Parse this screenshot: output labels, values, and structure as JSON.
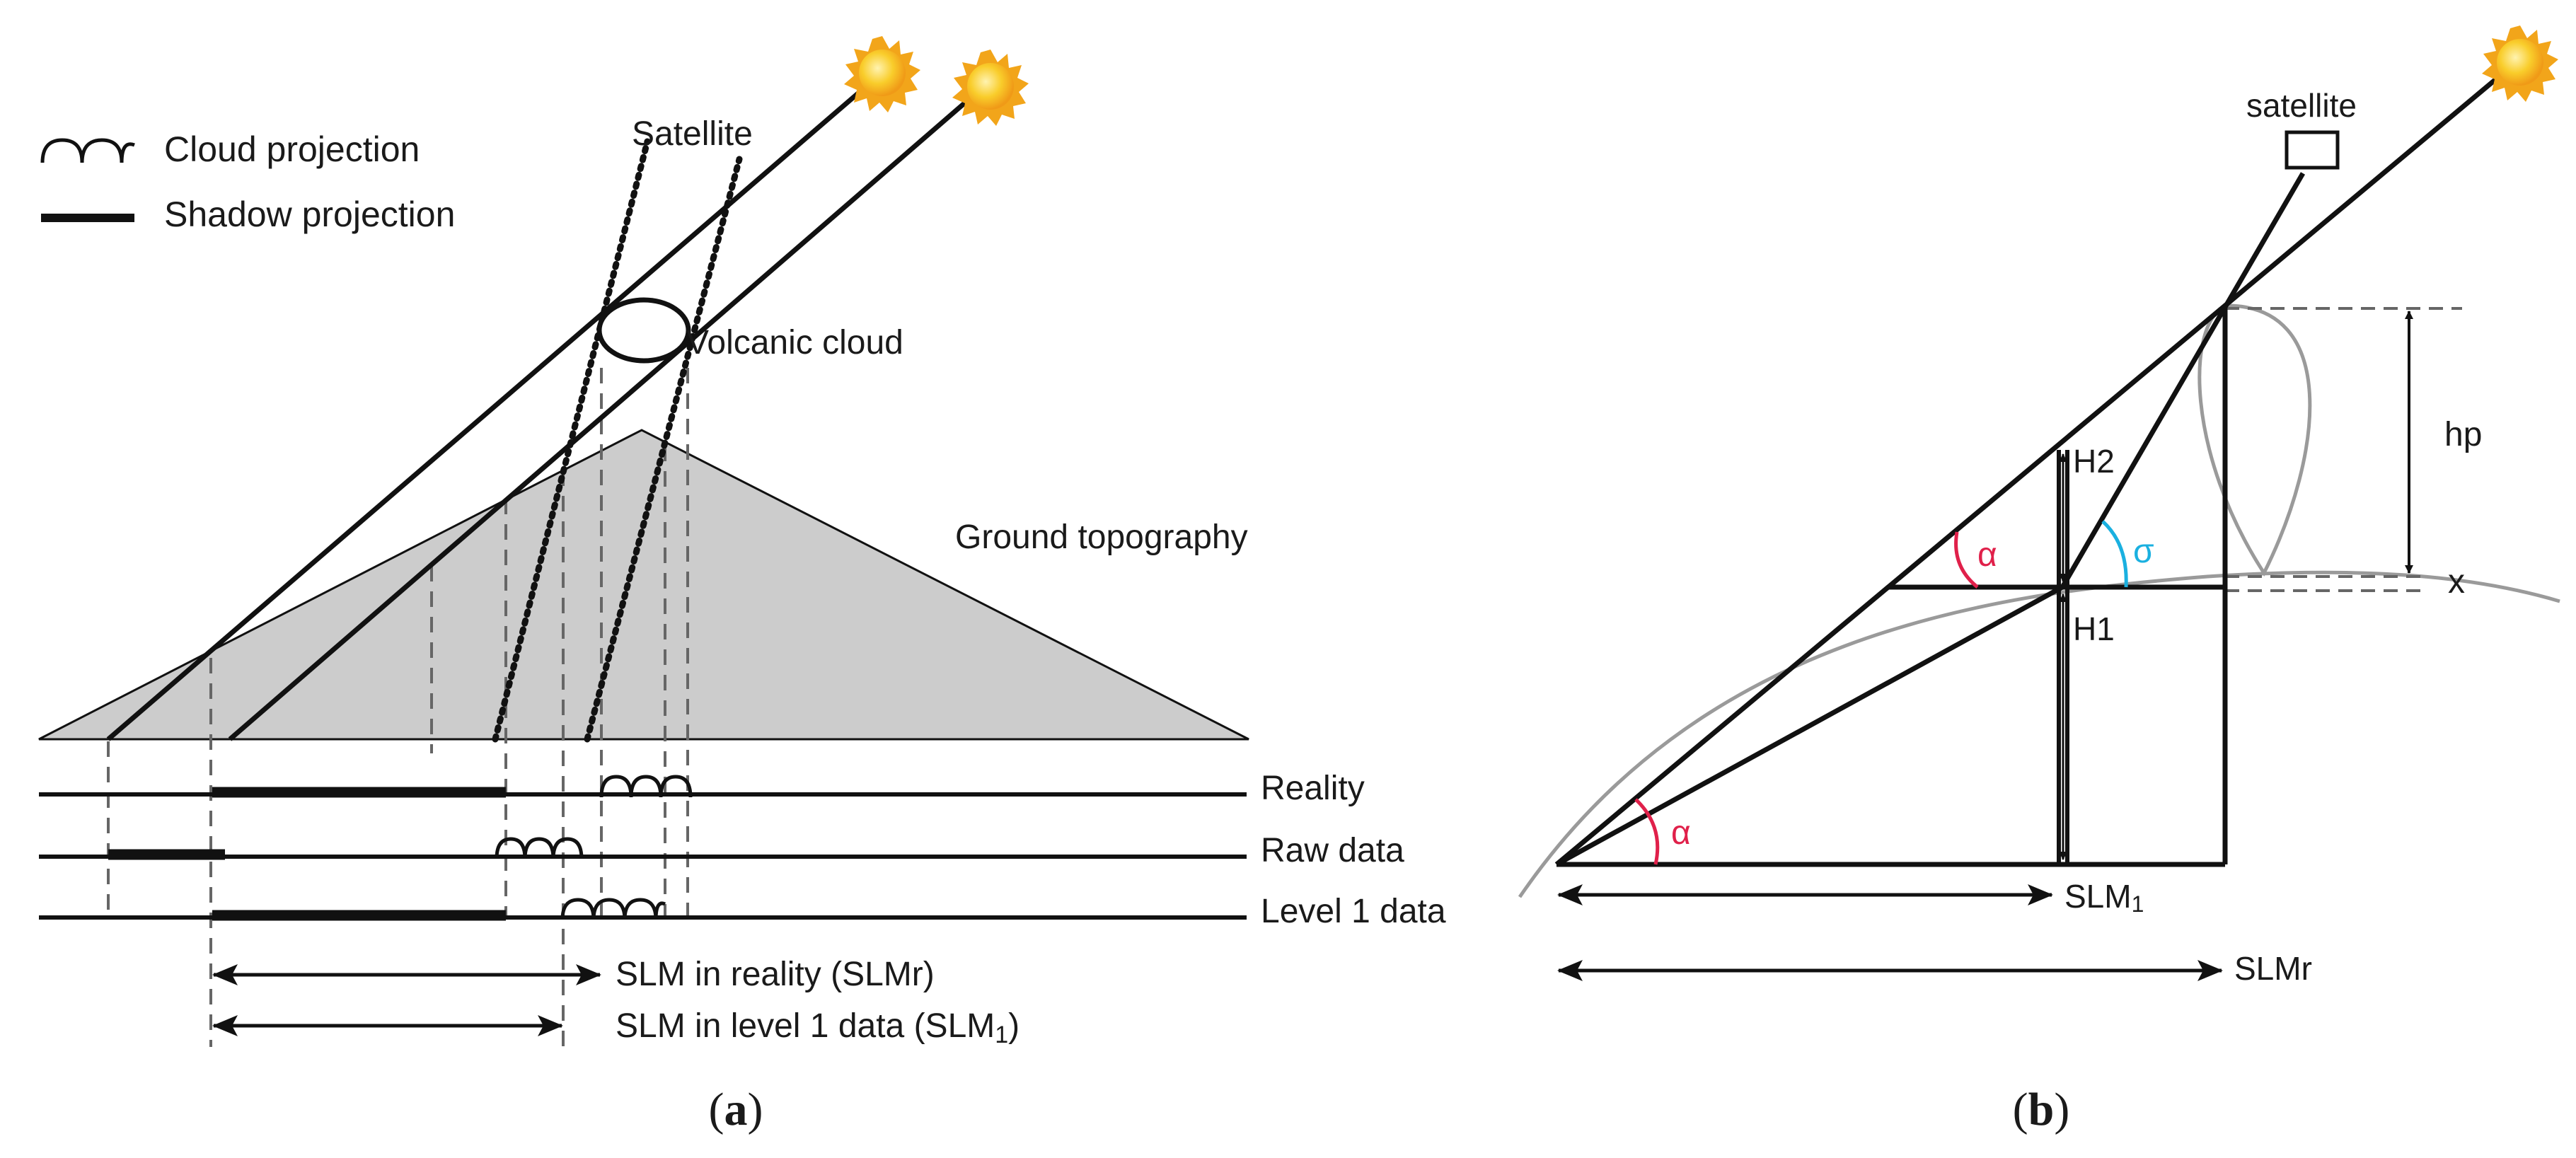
{
  "colors": {
    "line": "#111111",
    "topography_fill": "#cccccc",
    "dashed": "#666666",
    "grey_curve": "#9a9a9a",
    "alpha_arc": "#e0204a",
    "sigma_arc": "#1ab0e0",
    "sun_core": "#f6c21a",
    "sun_rays": "#f2a51a"
  },
  "panel_a": {
    "legend": {
      "cloud_projection": "Cloud projection",
      "shadow_projection": "Shadow projection"
    },
    "labels": {
      "satellite": "Satellite",
      "volcanic_cloud": "Volcanic cloud",
      "ground_topography": "Ground topography",
      "reality": "Reality",
      "raw_data": "Raw data",
      "level1_data": "Level 1 data",
      "slm_reality": "SLM in reality (SLMr)",
      "slm_level1_main": "SLM in level 1 data (SLM",
      "slm_level1_sub": "1",
      "slm_level1_close": ")"
    },
    "caption_letter": "a"
  },
  "panel_b": {
    "labels": {
      "satellite": "satellite",
      "hp": "hp",
      "x": "x",
      "h2": "H2",
      "h1": "H1",
      "alpha_upper": "α",
      "alpha_lower": "α",
      "sigma": "σ",
      "slm1_main": "SLM",
      "slm1_sub": "1",
      "slmr": "SLMr"
    },
    "caption_letter": "b"
  }
}
